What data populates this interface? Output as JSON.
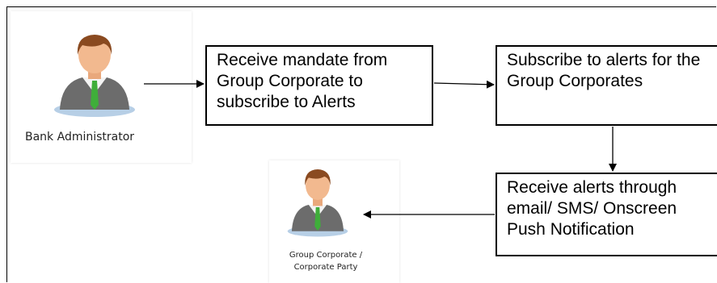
{
  "actors": {
    "bank_admin": "Bank Administrator",
    "group_corporate": "Group Corporate / Corporate Party"
  },
  "steps": [
    "Receive mandate from Group Corporate to subscribe to Alerts",
    "Subscribe to alerts for the Group Corporates",
    "Receive alerts through email/ SMS/ Onscreen Push Notification"
  ],
  "colors": {
    "skin": "#f2b98f",
    "hair": "#8a4a20",
    "suit": "#6c6c6c",
    "tie": "#3fae3a",
    "base": "#b7cfe6"
  },
  "icons": {
    "bank_admin": "person-icon",
    "group_corporate": "person-icon"
  }
}
